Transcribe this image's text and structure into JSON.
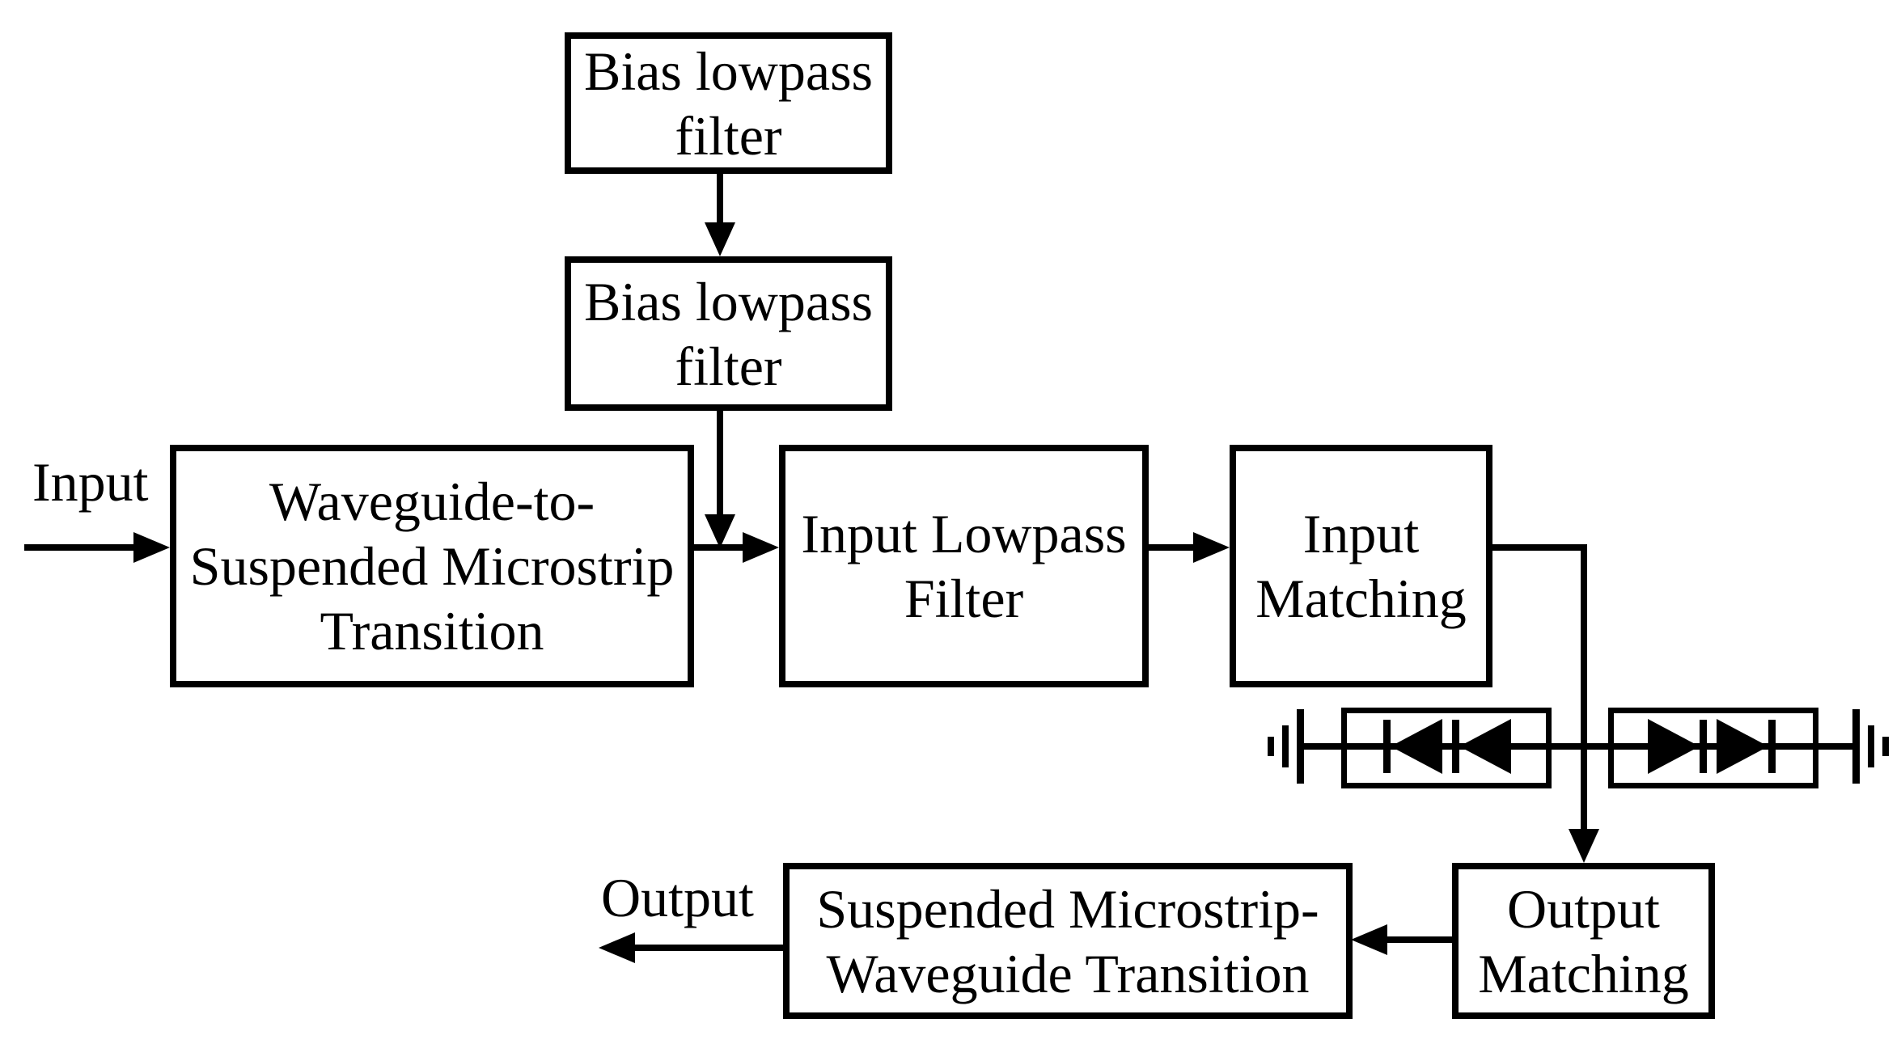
{
  "nodes": {
    "bias_filter_top": {
      "lines": [
        "Bias lowpass",
        "filter"
      ]
    },
    "bias_filter_mid": {
      "lines": [
        "Bias lowpass",
        "filter"
      ]
    },
    "waveguide_in": {
      "lines": [
        "Waveguide-to-",
        "Suspended Microstrip",
        "Transition"
      ]
    },
    "input_lowpass": {
      "lines": [
        "Input Lowpass",
        "Filter"
      ]
    },
    "input_matching": {
      "lines": [
        "Input",
        "Matching"
      ]
    },
    "output_matching": {
      "lines": [
        "Output",
        "Matching"
      ]
    },
    "waveguide_out": {
      "lines": [
        "Suspended Microstrip-",
        "Waveguide Transition"
      ]
    }
  },
  "labels": {
    "input": "Input",
    "output": "Output"
  },
  "icons": {
    "left_diode_pair": "diode-pair-left-icon",
    "right_diode_pair": "diode-pair-right-icon",
    "left_ground": "ground-icon",
    "right_ground": "ground-icon"
  },
  "colors": {
    "line": "#000000",
    "background": "#ffffff"
  }
}
